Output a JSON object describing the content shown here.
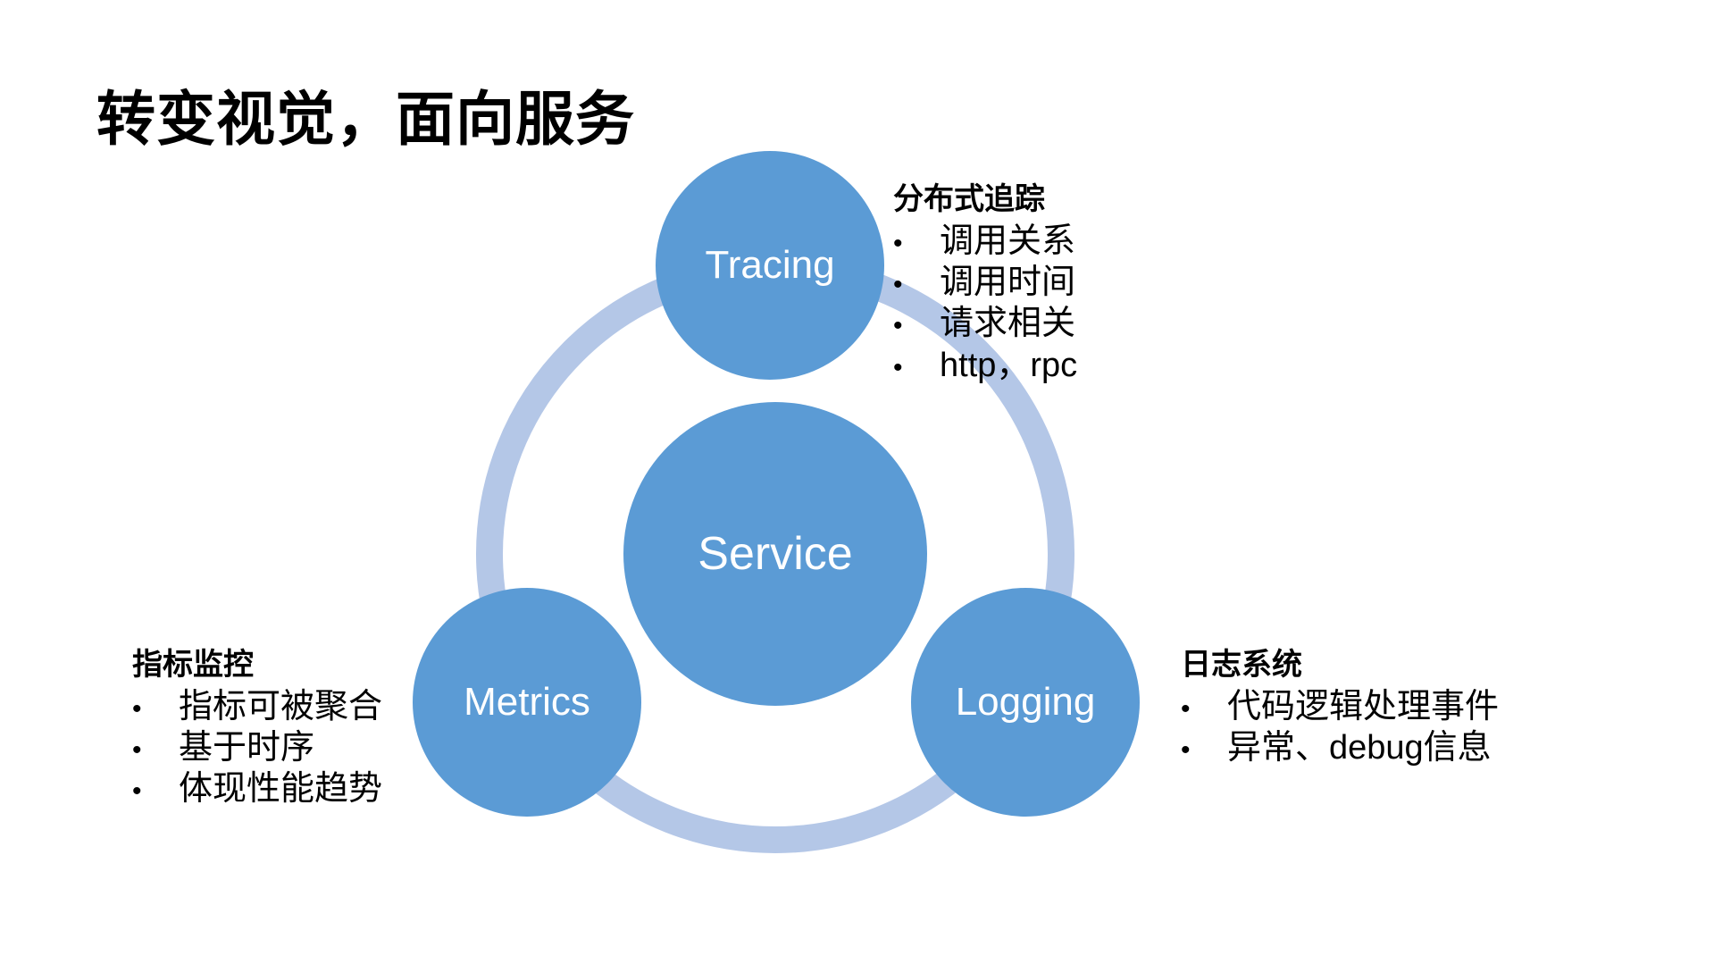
{
  "slide": {
    "title": "转变视觉，面向服务",
    "background_color": "#FFFFFF"
  },
  "colors": {
    "circle_fill": "#5B9BD5",
    "ring_fill": "#B4C7E7",
    "circle_text": "#FFFFFF",
    "body_text": "#000000"
  },
  "diagram": {
    "type": "venn-hub-and-spoke",
    "center_node": {
      "label": "Service",
      "icon": "circle-node"
    },
    "nodes": [
      {
        "label": "Tracing",
        "icon": "circle-node"
      },
      {
        "label": "Metrics",
        "icon": "circle-node"
      },
      {
        "label": "Logging",
        "icon": "circle-node"
      }
    ],
    "ring": {
      "icon": "ring-connector",
      "color": "#B4C7E7"
    }
  },
  "annotations": [
    {
      "key": "tracing",
      "title": "分布式追踪",
      "bullet_glyph": "•",
      "items": [
        "调用关系",
        "调用时间",
        "请求相关",
        "http，rpc"
      ]
    },
    {
      "key": "metrics",
      "title": "指标监控",
      "bullet_glyph": "•",
      "items": [
        "指标可被聚合",
        "基于时序",
        "体现性能趋势"
      ]
    },
    {
      "key": "logging",
      "title": "日志系统",
      "bullet_glyph": "•",
      "items": [
        "代码逻辑处理事件",
        "异常、debug信息"
      ]
    }
  ]
}
